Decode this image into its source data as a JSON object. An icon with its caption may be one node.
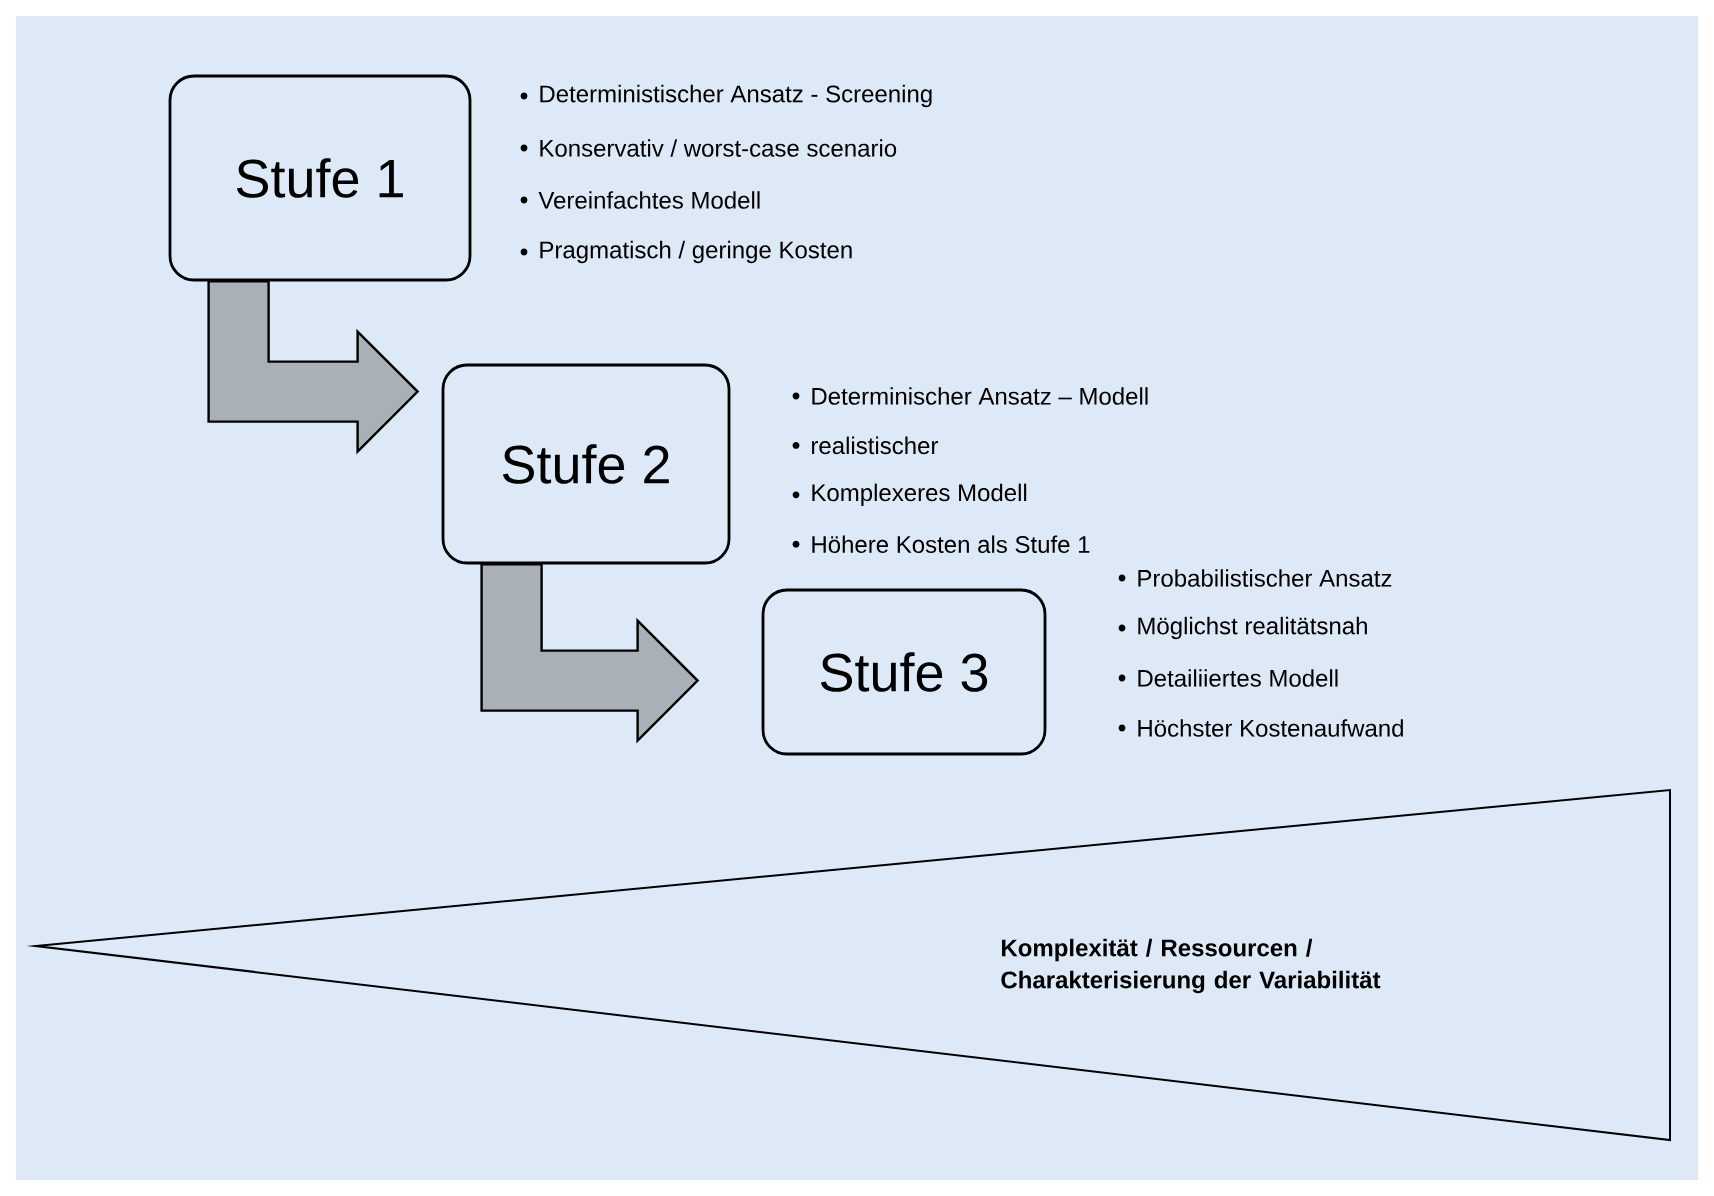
{
  "diagram": {
    "nodes": [
      {
        "text": [
          "Stufe 1"
        ],
        "beside": [
          "Deterministischer Ansatz - Screening",
          "Konservativ / worst-case scenario",
          "Vereinfachtes Modell",
          "Pragmatisch / geringe Kosten"
        ]
      },
      {
        "text": [
          "Stufe 2"
        ],
        "beside": [
          "Determinischer Ansatz – Modell",
          "realistischer",
          "Komplexeres Modell",
          "Höhere Kosten als Stufe 1"
        ]
      },
      {
        "text": [
          "Stufe 3"
        ],
        "beside": [
          "Probabilistischer Ansatz",
          "Möglichst realitätsnah",
          "Detailiiertes Modell",
          "Höchster Kostenaufwand"
        ]
      },
      {
        "text": [
          "Komplexität / Ressourcen / Charakterisierung der Variabilität"
        ]
      }
    ],
    "edges": [
      {
        "from": 0,
        "to": 1,
        "arrow": "to",
        "style": "thick"
      },
      {
        "from": 1,
        "to": 2,
        "arrow": "to",
        "style": "thick"
      }
    ]
  }
}
